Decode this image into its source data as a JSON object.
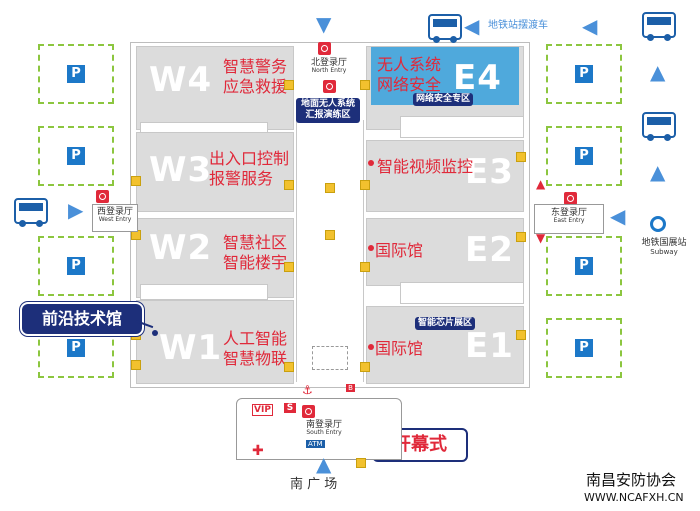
{
  "parking": {
    "label": "P"
  },
  "top_bus": {
    "label": "地铁站摆渡车"
  },
  "entries": {
    "north": {
      "cn": "北登录厅",
      "en": "North Entry"
    },
    "west": {
      "cn": "西登录厅",
      "en": "West Entry"
    },
    "east": {
      "cn": "东登录厅",
      "en": "East Entry"
    },
    "south": {
      "cn": "南登录厅",
      "en": "South Entry"
    }
  },
  "halls": {
    "W4": {
      "code": "W4",
      "line1": "智慧警务",
      "line2": "应急救援"
    },
    "W3": {
      "code": "W3",
      "line1": "出入口控制",
      "line2": "报警服务"
    },
    "W2": {
      "code": "W2",
      "line1": "智慧社区",
      "line2": "智能楼宇"
    },
    "W1": {
      "code": "W1",
      "line1": "人工智能",
      "line2": "智慧物联"
    },
    "E4": {
      "code": "E4",
      "line1": "无人系统",
      "line2": "网络安全",
      "tag": "网络安全专区"
    },
    "E3": {
      "code": "E3",
      "line1": "智能视频监控"
    },
    "E2": {
      "code": "E2",
      "line1": "国际馆"
    },
    "E1": {
      "code": "E1",
      "line1": "国际馆",
      "tag": "智能芯片展区"
    }
  },
  "center_tag": "地面无人系统\n汇报演练区",
  "frontier_callout": "前沿技术馆",
  "opening_callout": "开幕式",
  "subway": {
    "cn": "地铁国展站",
    "en": "Subway"
  },
  "south_square": "南 广 场",
  "south_marks": {
    "vip": "VIP",
    "s": "S",
    "atm": "ATM",
    "b": "B"
  },
  "watermark": {
    "cn": "南昌安防协会",
    "url": "WWW.NCAFXH.CN"
  },
  "colors": {
    "hall": "#dcdcdc",
    "hall_text": "#e0293a",
    "accent_blue": "#4a90d9",
    "e4_highlight": "#4fa9dc",
    "navy": "#1d2f7a",
    "parking_border": "#8cc63f"
  }
}
